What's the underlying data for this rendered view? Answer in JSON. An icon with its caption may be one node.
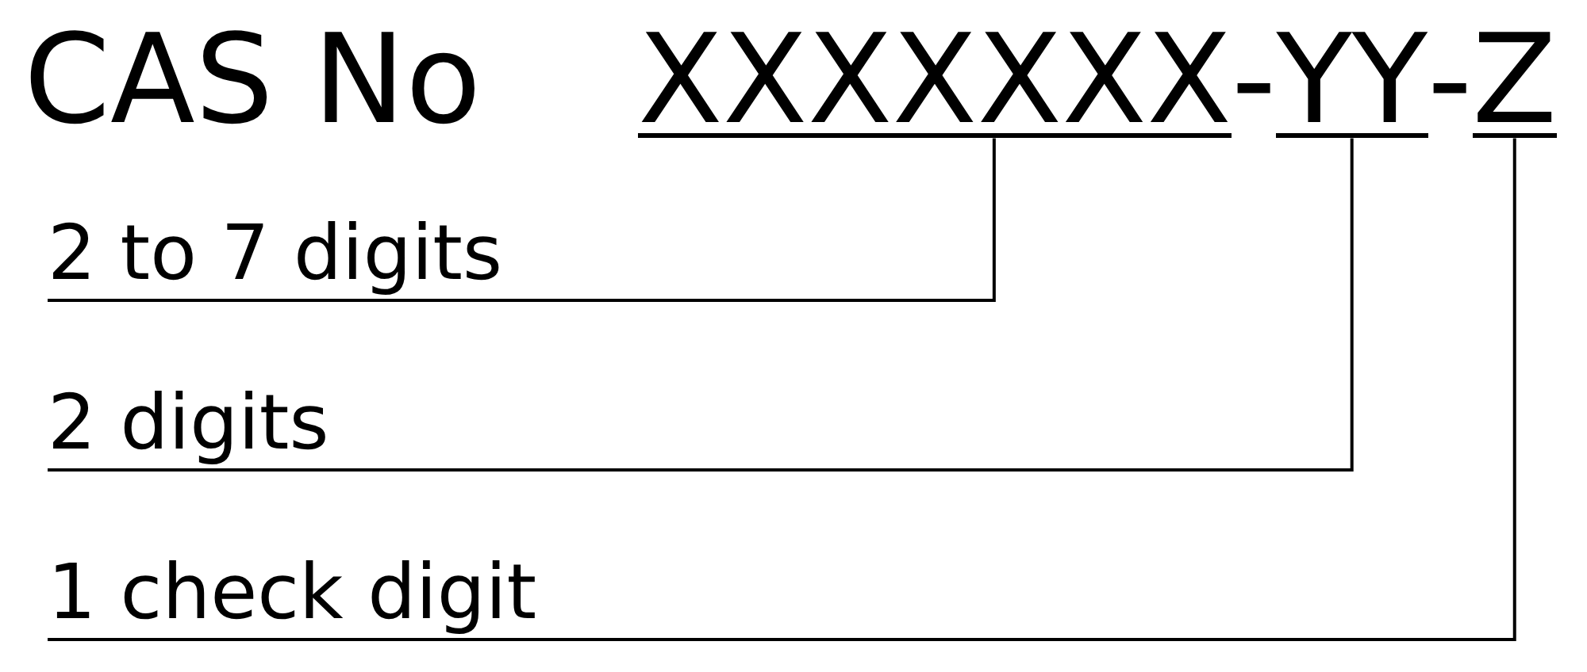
{
  "diagram": {
    "nodes": [
      {
        "text": [
          "XXXXXXX"
        ]
      },
      {
        "text": [
          "YY"
        ]
      },
      {
        "text": [
          "Z"
        ]
      },
      {
        "text": [
          "2 to 7 digits"
        ]
      },
      {
        "text": [
          "2 digits"
        ]
      },
      {
        "text": [
          "1 check digit"
        ]
      }
    ],
    "edges": [
      {
        "from": 3,
        "to": 0,
        "arrow": "none"
      },
      {
        "from": 4,
        "to": 1,
        "arrow": "none"
      },
      {
        "from": 5,
        "to": 2,
        "arrow": "none"
      }
    ],
    "labels": [
      "CAS No",
      "-",
      "-"
    ]
  }
}
